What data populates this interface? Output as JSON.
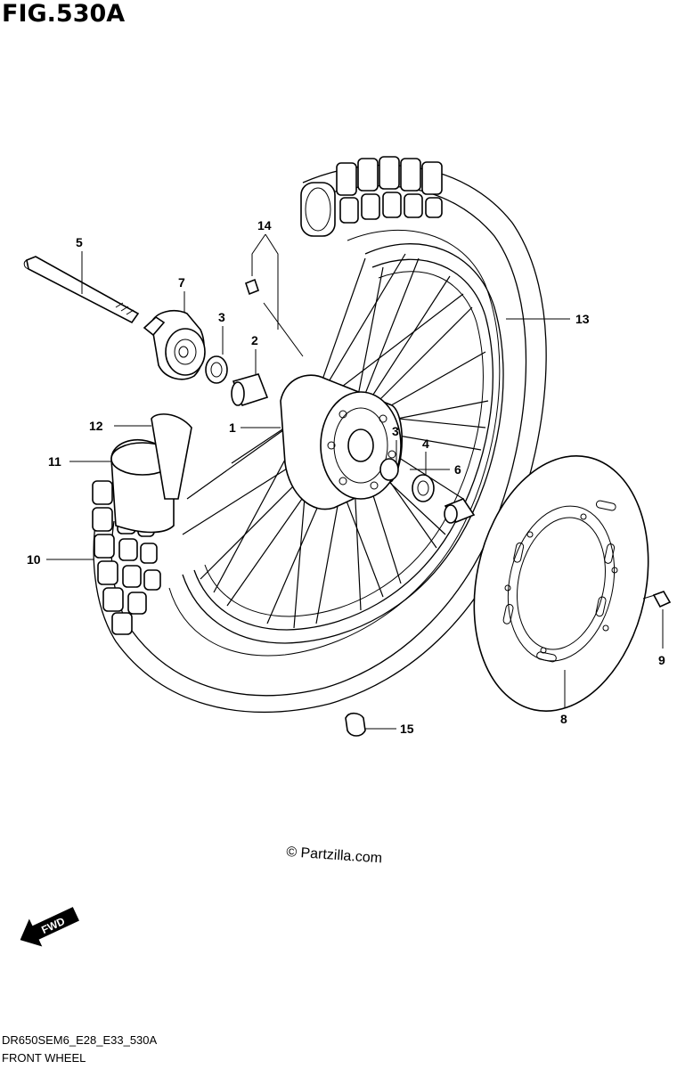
{
  "figure_title": "FIG.530A",
  "diagram_code": "DR650SEM6_E28_E33_530A",
  "diagram_name": "FRONT WHEEL",
  "copyright": "© Partzilla.com",
  "fwd_label": "FWD",
  "callouts": {
    "c1": "1",
    "c2": "2",
    "c3a": "3",
    "c3b": "3",
    "c4": "4",
    "c5": "5",
    "c6": "6",
    "c7": "7",
    "c8": "8",
    "c9": "9",
    "c10": "10",
    "c11": "11",
    "c12": "12",
    "c13": "13",
    "c14": "14",
    "c15": "15"
  }
}
